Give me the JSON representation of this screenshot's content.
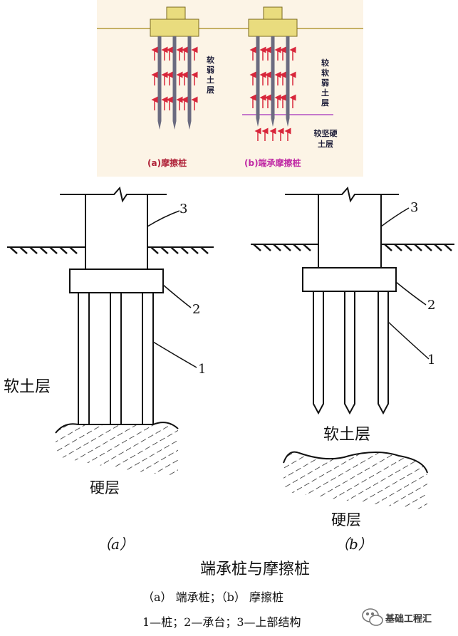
{
  "top": {
    "labels": {
      "soft_soil_a": "软弱土层",
      "soft_soil_b": "较软弱土层",
      "hard_soil_b": "较坚硬土层",
      "caption_a": "(a)摩擦桩",
      "caption_b": "(b)端承摩擦桩"
    },
    "colors": {
      "ground_line": "#b49a3a",
      "pile_cap": "#e9dc7e",
      "arrow": "#d8263b",
      "boundary": "#b24fc4",
      "caption_b": "#c02aa5",
      "caption_a": "#b0243a"
    }
  },
  "bottom": {
    "numbers": {
      "pile": "1",
      "cap": "2",
      "superstructure": "3"
    },
    "left": {
      "soft_layer": "软土层",
      "hard_layer": "硬层",
      "label": "（a）"
    },
    "right": {
      "soft_layer": "软土层",
      "hard_layer": "硬层",
      "label": "（b）"
    }
  },
  "title": "端承桩与摩擦桩",
  "legend_line1": "（a） 端承桩；（b） 摩擦桩",
  "legend_line2": "1—桩；2—承台；3—上部结构",
  "watermark": {
    "name": "基础工程汇",
    "icon": "wechat-icon"
  }
}
